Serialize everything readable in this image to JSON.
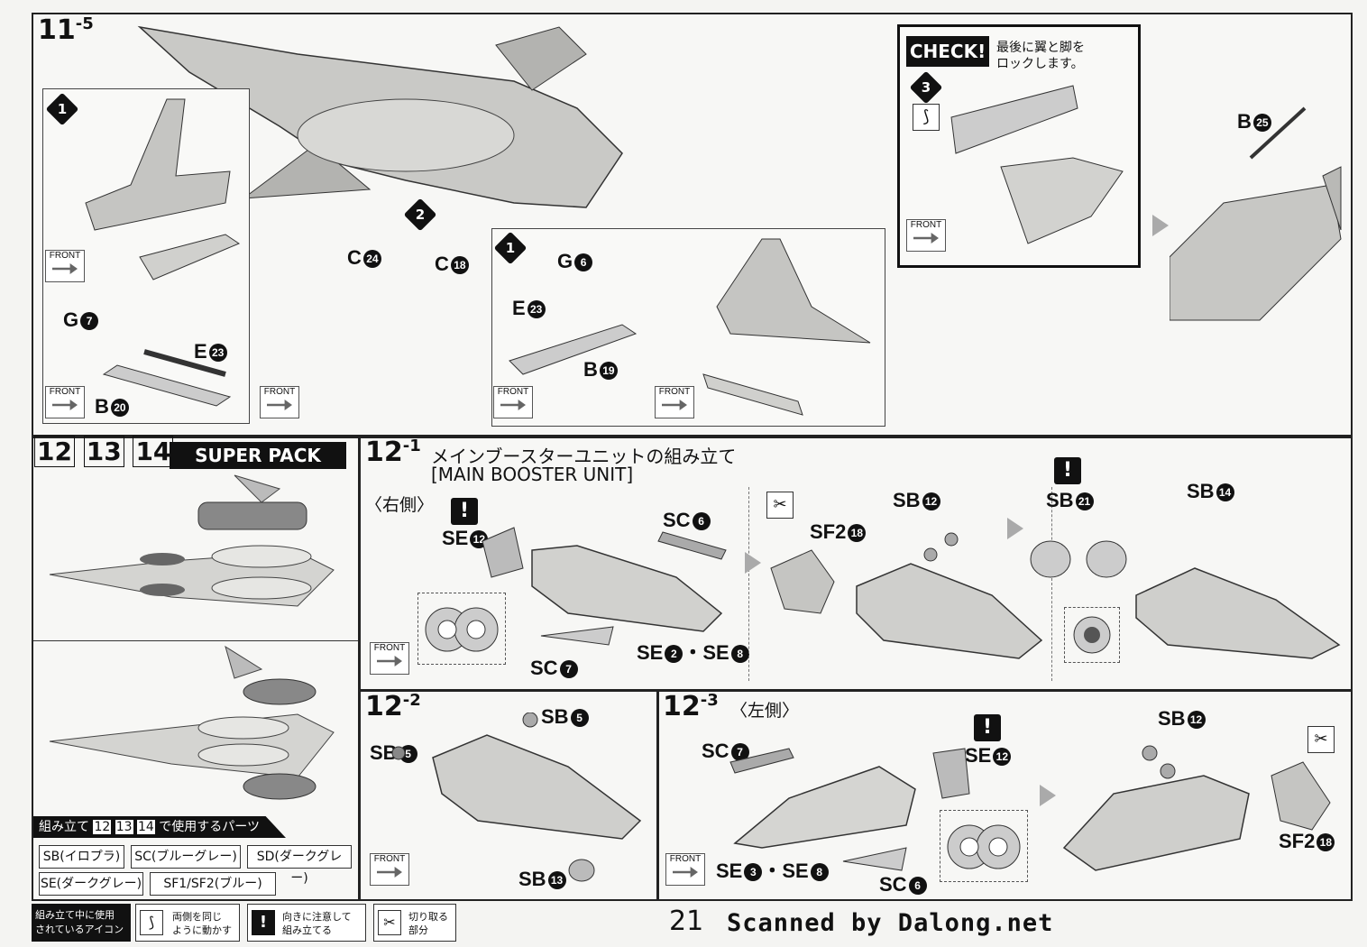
{
  "steps": {
    "s11_5": {
      "num": "11",
      "suffix": "-5",
      "sub1": "1",
      "sub2": "2",
      "sub3": "1",
      "labels": {
        "c24": "C",
        "c24n": "24",
        "c18": "C",
        "c18n": "18",
        "g7": "G",
        "g7n": "7",
        "e23a": "E",
        "e23an": "23",
        "b20": "B",
        "b20n": "20",
        "g6": "G",
        "g6n": "6",
        "e23b": "E",
        "e23bn": "23",
        "b19": "B",
        "b19n": "19"
      },
      "front": "FRONT"
    },
    "check": {
      "badge": "CHECK!",
      "text_line1": "最後に翼と脚を",
      "text_line2": "ロックします。",
      "sub": "3",
      "front": "FRONT"
    },
    "s12_side": {
      "b25": "B",
      "b25n": "25"
    },
    "s12_header": {
      "n1": "12",
      "n2": "13",
      "n3": "14",
      "title": "SUPER PACK"
    },
    "parts_legend": {
      "title": "組み立て",
      "nums": [
        "12",
        "13",
        "14"
      ],
      "title_suffix": "で使用するパーツ",
      "items": [
        "SB(イロプラ)",
        "SC(ブルーグレー)",
        "SD(ダークグレー)",
        "SE(ダークグレー)",
        "SF1/SF2(ブルー)"
      ]
    },
    "s12_1": {
      "num": "12",
      "suffix": "-1",
      "title_jp": "メインブースターユニットの組み立て",
      "title_en": "[MAIN BOOSTER UNIT]",
      "side": "〈右側〉",
      "labels": {
        "se12": "SE",
        "se12n": "12",
        "sc6": "SC",
        "sc6n": "6",
        "sc7": "SC",
        "sc7n": "7",
        "se2": "SE",
        "se2n": "2",
        "dot": "・",
        "se8": "SE",
        "se8n": "8",
        "sf2": "SF2",
        "sf2n": "18",
        "sb12": "SB",
        "sb12n": "12",
        "sb21": "SB",
        "sb21n": "21",
        "sb14": "SB",
        "sb14n": "14"
      },
      "front": "FRONT"
    },
    "s12_2": {
      "num": "12",
      "suffix": "-2",
      "labels": {
        "sb5a": "SB",
        "sb5an": "5",
        "sb5b": "SB",
        "sb5bn": "5",
        "sb13": "SB",
        "sb13n": "13"
      },
      "front": "FRONT"
    },
    "s12_3": {
      "num": "12",
      "suffix": "-3",
      "side": "〈左側〉",
      "labels": {
        "sc7": "SC",
        "sc7n": "7",
        "se12": "SE",
        "se12n": "12",
        "se3": "SE",
        "se3n": "3",
        "dot": "・",
        "se8": "SE",
        "se8n": "8",
        "sc6": "SC",
        "sc6n": "6",
        "sb12": "SB",
        "sb12n": "12",
        "sf2": "SF2",
        "sf2n": "18"
      },
      "front": "FRONT"
    }
  },
  "icon_legend": {
    "title_line1": "組み立て中に使用",
    "title_line2": "されているアイコン",
    "items": [
      {
        "line1": "両側を同じ",
        "line2": "ように動かす"
      },
      {
        "line1": "向きに注意して",
        "line2": "組み立てる"
      },
      {
        "line1": "切り取る",
        "line2": "部分"
      }
    ]
  },
  "footer": {
    "page": "21",
    "scan": "Scanned by Dalong.net"
  }
}
